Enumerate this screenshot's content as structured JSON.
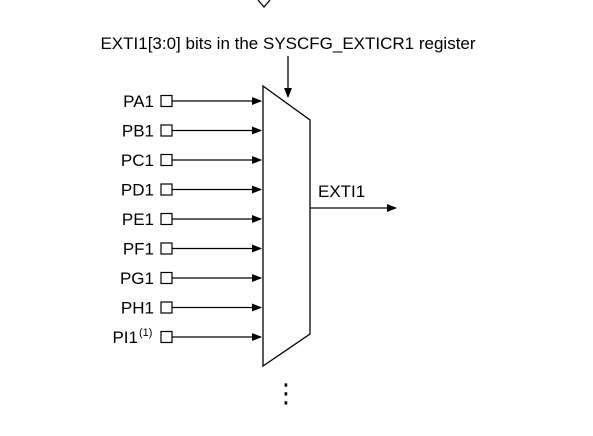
{
  "diagram": {
    "register_label": "EXTI1[3:0] bits in the SYSCFG_EXTICR1 register",
    "output_label": "EXTI1",
    "inputs": [
      {
        "label": "PA1",
        "sup": ""
      },
      {
        "label": "PB1",
        "sup": ""
      },
      {
        "label": "PC1",
        "sup": ""
      },
      {
        "label": "PD1",
        "sup": ""
      },
      {
        "label": "PE1",
        "sup": ""
      },
      {
        "label": "PF1",
        "sup": ""
      },
      {
        "label": "PG1",
        "sup": ""
      },
      {
        "label": "PH1",
        "sup": ""
      },
      {
        "label": "PI1",
        "sup": "(1)"
      }
    ],
    "continuation": ":",
    "colors": {
      "line": "#000000",
      "background": "#ffffff"
    }
  }
}
